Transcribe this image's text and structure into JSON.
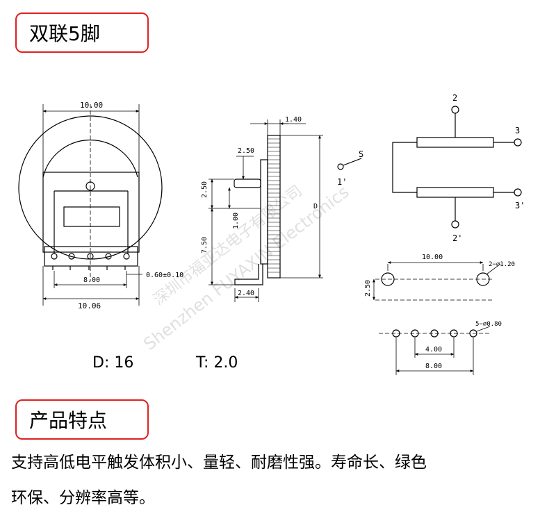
{
  "header": {
    "title": "双联5脚"
  },
  "specs": {
    "d_label": "D: 16",
    "t_label": "T: 2.0"
  },
  "features": {
    "title": "产品特点",
    "line1": "支持高低电平触发体积小、量轻、耐磨性强。寿命长、绿色",
    "line2": "环保、分辨率高等。"
  },
  "dims": {
    "width_top": "10.00",
    "width_bottom": "10.06",
    "pin_span": "8.00",
    "pin_tol": "0.60±0.10",
    "side_top": "1.40",
    "side_shaft": "2.50",
    "side_h1": "2.50",
    "side_h2": "1.00",
    "side_h3": "7.50",
    "side_bottom": "2.40",
    "side_d": "D",
    "pad_span": "10.00",
    "pad_dia": "2−⌀1.20",
    "pad_offset": "2.50",
    "pin_pitch": "4.00",
    "pin_total": "8.00",
    "pin_dia": "5−⌀0.80"
  },
  "circuit": {
    "l2": "2",
    "l3": "3",
    "ls": "S",
    "l1p": "1'",
    "l3p": "3'",
    "l2p": "2'"
  },
  "watermark": {
    "cn": "深圳市福亚达电子有限公司",
    "en": "Shenzhen FUYAXIN Electronics"
  }
}
